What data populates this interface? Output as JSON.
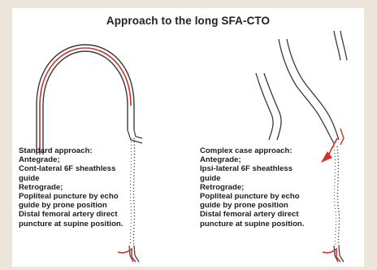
{
  "title": "Approach to the long SFA-CTO",
  "standard": {
    "lines": [
      "Standard approach:",
      "Antegrade;",
      "Cont-lateral 6F sheathless",
      "guide",
      "Retrograde;",
      "Popliteal puncture by echo",
      "guide by prone position",
      "Distal femoral artery direct",
      "puncture at supine position."
    ]
  },
  "complex": {
    "lines": [
      "Complex case approach:",
      "Antegrade;",
      "Ipsi-lateral 6F sheathless",
      "guide",
      "Retrograde;",
      "Popliteal puncture by echo",
      "guide by prone position",
      "Distal femoral artery direct",
      "puncture at supine position."
    ]
  },
  "colors": {
    "vessel_outline": "#3a3a3a",
    "wire_red": "#d4302a",
    "background": "#ffffff",
    "text": "#1c1c1c"
  }
}
